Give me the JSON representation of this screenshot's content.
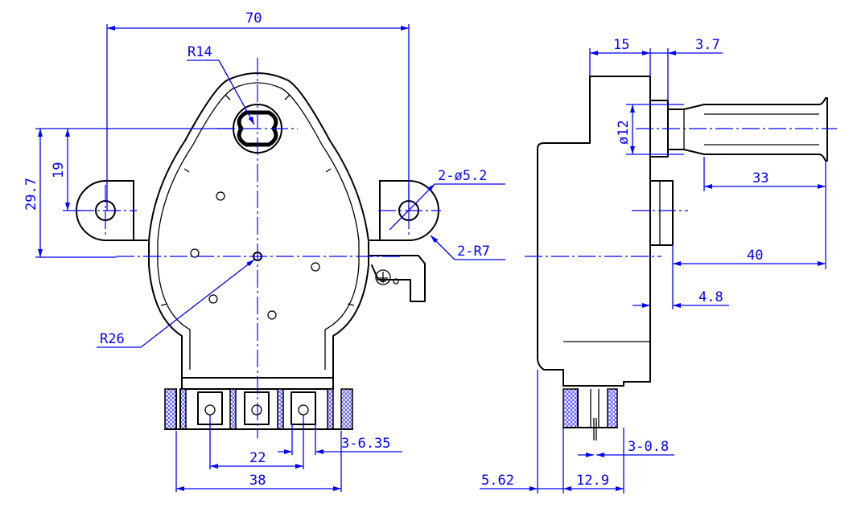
{
  "dimensions": {
    "overall_width": "70",
    "shaft_radius": "R14",
    "mount_height": "29.7",
    "hole_offset": "19",
    "mount_holes": "2-ø5.2",
    "mount_ears": "2-R7",
    "body_radius": "R26",
    "terminal_pitch": "22",
    "terminal_span": "38",
    "terminal_width": "3-6.35",
    "body_depth": "15",
    "boss_height": "3.7",
    "shaft_diameter": "ø12",
    "shaft_length": "33",
    "shaft_overall": "40",
    "tab_offset": "4.8",
    "terminal_thickness": "3-0.8",
    "terminal_offset": "5.62",
    "terminal_depth": "12.9"
  },
  "colors": {
    "outline": "#000000",
    "dimension": "#0000ff",
    "hatch": "#4040ff"
  }
}
